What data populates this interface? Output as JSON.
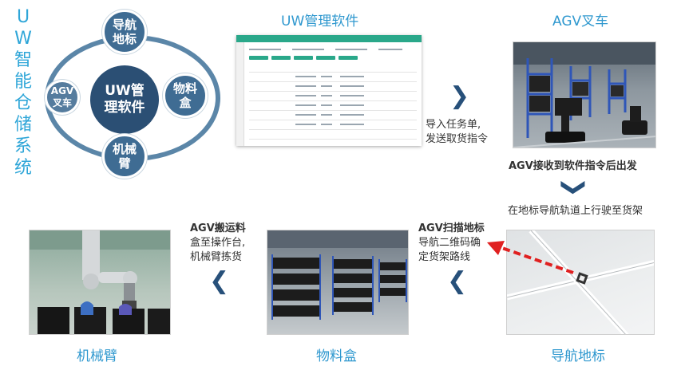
{
  "title_chars": [
    "U",
    "W",
    "智",
    "能",
    "仓",
    "储",
    "系",
    "统"
  ],
  "cycle": {
    "center": "UW管理软件",
    "top": "导航地标",
    "right": "物料盒",
    "bottom": "机械臂",
    "left": "AGV叉车"
  },
  "labels": {
    "software": "UW管理软件",
    "agv": "AGV叉车",
    "arm": "机械臂",
    "box": "物料盒",
    "marker": "导航地标"
  },
  "captions": {
    "import_line1": "导入任务单,",
    "import_line2": "发送取货指令",
    "agv_receive": "AGV接收到软件指令后出发",
    "agv_travel": "在地标导航轨道上行驶至货架",
    "scan_line1": "AGV扫描地标",
    "scan_line2": "导航二维码确",
    "scan_line3": "定货架路线",
    "carry_line1": "AGV搬运料",
    "carry_line2": "盒至操作台,",
    "carry_line3": "机械臂拣货"
  },
  "colors": {
    "accent": "#2f98cf",
    "ring": "#5b86a8",
    "center": "#2b4f74",
    "chevron": "#27507a",
    "scan_arrow": "#e02020"
  },
  "icons": [
    "chevron-right-icon",
    "chevron-down-icon",
    "chevron-left-icon",
    "dashed-arrow-icon"
  ]
}
